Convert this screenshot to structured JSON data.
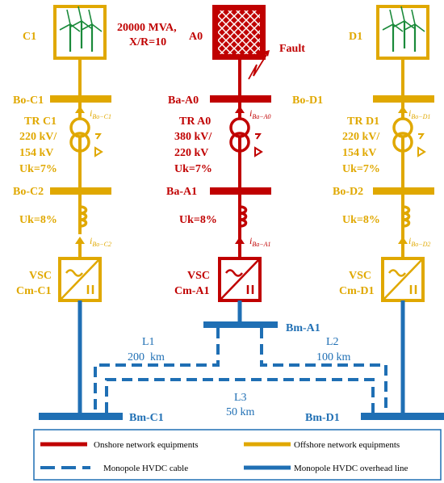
{
  "colors": {
    "onshore": "#c00000",
    "offshore": "#e0a800",
    "hvdc": "#1f6fb4",
    "wind": "#1a8a3a"
  },
  "left": {
    "source": "C1",
    "bus1": "Bo-C1",
    "i1": "i",
    "i1_sub": "Bo−C1",
    "tr_name": "TR C1",
    "tr_v1": "220 kV/",
    "tr_v2": "154 kV",
    "tr_uk": "Uk=7%",
    "bus2": "Bo-C2",
    "reactor_uk": "Uk=8%",
    "i2": "i",
    "i2_sub": "Bo−C2",
    "vsc1": "VSC",
    "vsc2": "Cm-C1",
    "bm": "Bm-C1"
  },
  "center": {
    "source_line1": "20000 MVA,",
    "source_line2": "X/R=10",
    "source": "A0",
    "fault": "Fault",
    "bus1": "Ba-A0",
    "i1": "i",
    "i1_sub": "Ba−A0",
    "tr_name": "TR A0",
    "tr_v1": "380 kV/",
    "tr_v2": "220 kV",
    "tr_uk": "Uk=7%",
    "bus2": "Ba-A1",
    "reactor_uk": "Uk=8%",
    "i2": "i",
    "i2_sub": "Ba−A1",
    "vsc1": "VSC",
    "vsc2": "Cm-A1",
    "bm": "Bm-A1"
  },
  "right": {
    "source": "D1",
    "bus1": "Bo-D1",
    "i1": "i",
    "i1_sub": "Bo−D1",
    "tr_name": "TR D1",
    "tr_v1": "220 kV/",
    "tr_v2": "154 kV",
    "tr_uk": "Uk=7%",
    "bus2": "Bo-D2",
    "reactor_uk": "Uk=8%",
    "i2": "i",
    "i2_sub": "Bo−D2",
    "vsc1": "VSC",
    "vsc2": "Cm-D1",
    "bm": "Bm-D1"
  },
  "lines": {
    "l1_name": "L1",
    "l1_len": "200  km",
    "l2_name": "L2",
    "l2_len": "100 km",
    "l3_name": "L3",
    "l3_len": "50 km"
  },
  "legend": {
    "onshore": "Onshore network equipments",
    "offshore": "Offshore network equipments",
    "cable": "Monopole HVDC cable",
    "overhead": "Monopole HVDC overhead line"
  }
}
